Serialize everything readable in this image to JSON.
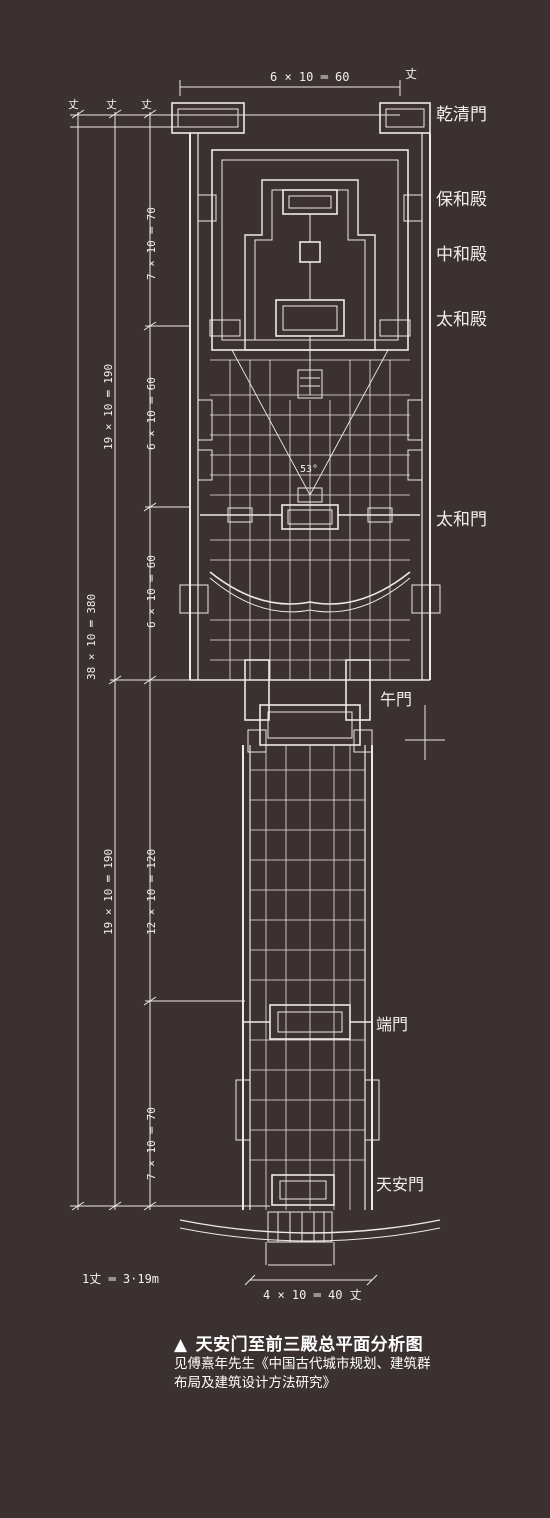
{
  "gate_labels": {
    "qianqing": "乾清門",
    "baohe": "保和殿",
    "zhonghe": "中和殿",
    "taihe_hall": "太和殿",
    "taihe_gate": "太和門",
    "wu": "午門",
    "duan": "端門",
    "tianan": "天安門"
  },
  "dimensions": {
    "top_width": "6 × 10 ═ 60",
    "top_unit": "丈",
    "left_unit_1": "丈",
    "left_unit_2": "丈",
    "left_unit_3": "丈",
    "total_height": "38 × 10 ═ 380",
    "north_section": "19 × 10 ═ 190",
    "south_section": "19 × 10 ═ 190",
    "halls_7": "7 × 10 ═ 70",
    "court_6a": "6 × 10 ═ 60",
    "court_6b": "6 × 10 ═ 60",
    "approach_12": "12 × 10 ═ 120",
    "approach_7": "7 × 10 ═ 70",
    "angle": "53°",
    "scale": "1丈 ═ 3·19m",
    "bottom_width": "4 × 10 ═ 40 丈"
  },
  "caption": {
    "marker": "▲",
    "title": "天安门至前三殿总平面分析图",
    "line1": "见傅熹年先生《中国古代城市规划、建筑群",
    "line2": "布局及建筑设计方法研究》"
  }
}
